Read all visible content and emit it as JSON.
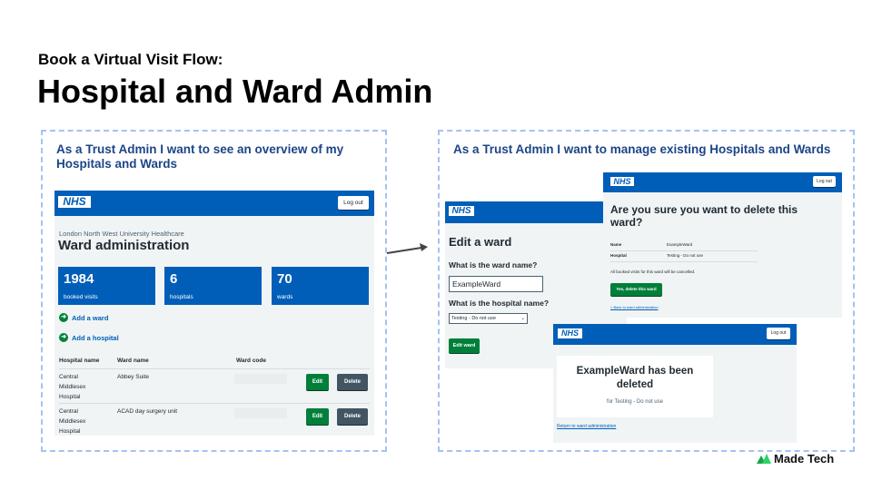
{
  "header": {
    "supertitle": "Book a Virtual Visit Flow:",
    "title": "Hospital and Ward Admin"
  },
  "colors": {
    "nhs_blue": "#005eb8",
    "nhs_green": "#007f3b",
    "dash": "#a4c2f4",
    "story_text": "#1c4587"
  },
  "left": {
    "story": "As a Trust Admin I want to see an overview of my Hospitals and Wards",
    "screen": {
      "logo": "NHS",
      "logout": "Log out",
      "org": "London North West University Healthcare",
      "heading": "Ward administration",
      "stats": [
        {
          "value": "1984",
          "label": "booked visits"
        },
        {
          "value": "6",
          "label": "hospitals"
        },
        {
          "value": "70",
          "label": "wards"
        }
      ],
      "links": [
        {
          "label": "Add a ward",
          "icon": "arrow-right-circle-icon"
        },
        {
          "label": "Add a hospital",
          "icon": "arrow-right-circle-icon"
        }
      ],
      "columns": [
        "Hospital name",
        "Ward name",
        "Ward code"
      ],
      "rows": [
        {
          "hospital": "Central Middlesex Hospital",
          "ward": "Abbey Suite",
          "code": "",
          "edit": "Edit",
          "delete": "Delete"
        },
        {
          "hospital": "Central Middlesex Hospital",
          "ward": "ACAD day surgery unit",
          "code": "",
          "edit": "Edit",
          "delete": "Delete"
        }
      ]
    }
  },
  "right": {
    "story": "As a Trust Admin I want to manage existing Hospitals and Wards",
    "edit": {
      "logo": "NHS",
      "heading": "Edit a ward",
      "ward_label": "What is the ward name?",
      "ward_value": "ExampleWard",
      "hospital_label": "What is the hospital name?",
      "hospital_value": "Testing - Do not use",
      "submit": "Edit ward"
    },
    "confirm": {
      "logo": "NHS",
      "logout": "Log out",
      "heading": "Are you sure you want to delete this ward?",
      "name_key": "Name",
      "name_value": "ExampleWard",
      "hospital_key": "Hospital",
      "hospital_value": "Testing - Do not use",
      "warning": "All booked visits for this ward will be cancelled.",
      "confirm_button": "Yes, delete this ward",
      "back_link": "< Back to ward administration"
    },
    "deleted": {
      "logo": "NHS",
      "logout": "Log out",
      "heading": "ExampleWard has been deleted",
      "sub": "for Testing - Do not use",
      "return_link": "Return to ward administration"
    }
  },
  "brand": {
    "name": "Made Tech"
  }
}
